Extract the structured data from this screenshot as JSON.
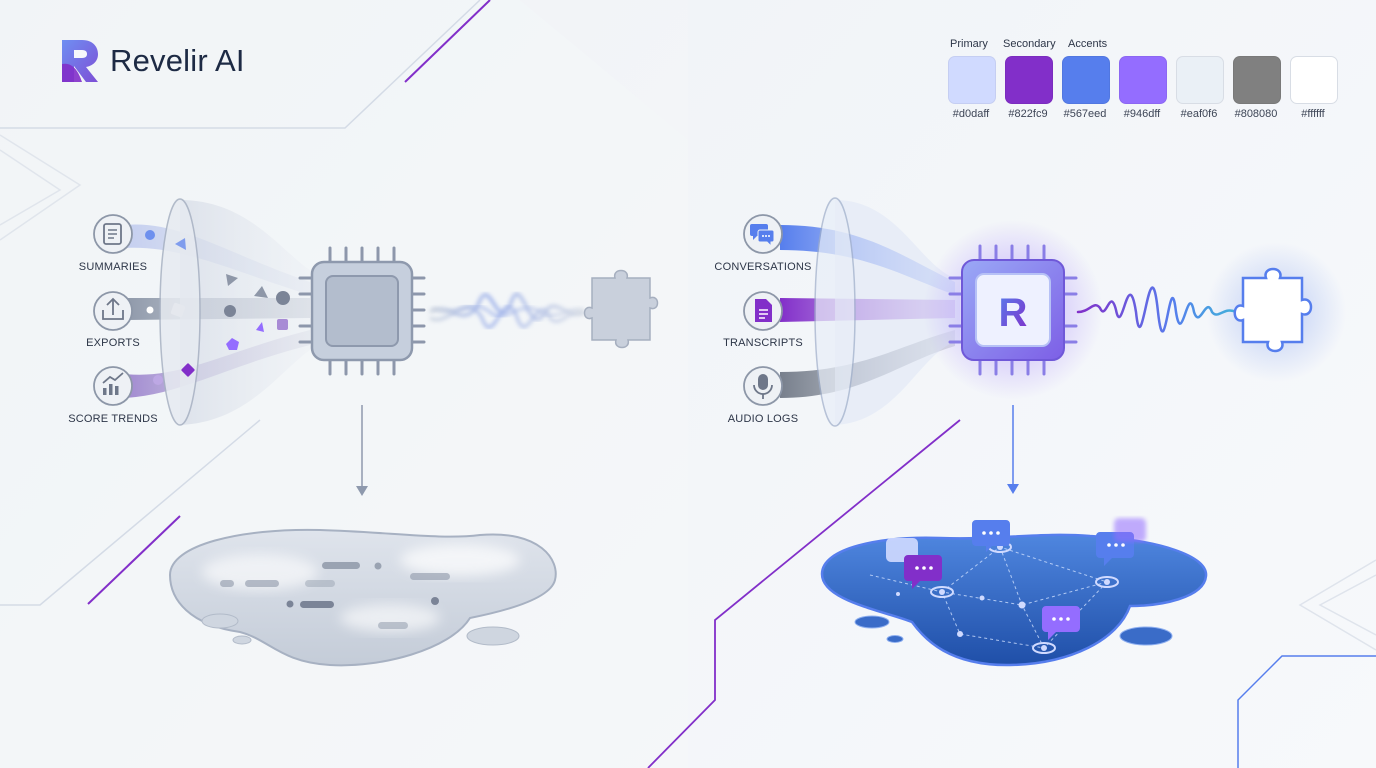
{
  "brand": {
    "name": "Revelir AI",
    "mark": "R"
  },
  "palette": {
    "groups": {
      "primary": "Primary",
      "secondary": "Secondary",
      "accents": "Accents"
    },
    "swatches": [
      {
        "hex": "#d0daff"
      },
      {
        "hex": "#822fc9"
      },
      {
        "hex": "#567eed"
      },
      {
        "hex": "#946dff"
      },
      {
        "hex": "#eaf0f6"
      },
      {
        "hex": "#808080"
      },
      {
        "hex": "#ffffff"
      }
    ]
  },
  "left_panel": {
    "inputs": [
      {
        "label": "SUMMARIES",
        "icon": "document-icon"
      },
      {
        "label": "EXPORTS",
        "icon": "upload-icon"
      },
      {
        "label": "SCORE TRENDS",
        "icon": "trend-chart-icon"
      }
    ]
  },
  "right_panel": {
    "inputs": [
      {
        "label": "CONVERSATIONS",
        "icon": "chat-bubbles-icon"
      },
      {
        "label": "TRANSCRIPTS",
        "icon": "transcript-file-icon"
      },
      {
        "label": "AUDIO LOGS",
        "icon": "microphone-icon"
      }
    ],
    "chip_mark": "R"
  }
}
